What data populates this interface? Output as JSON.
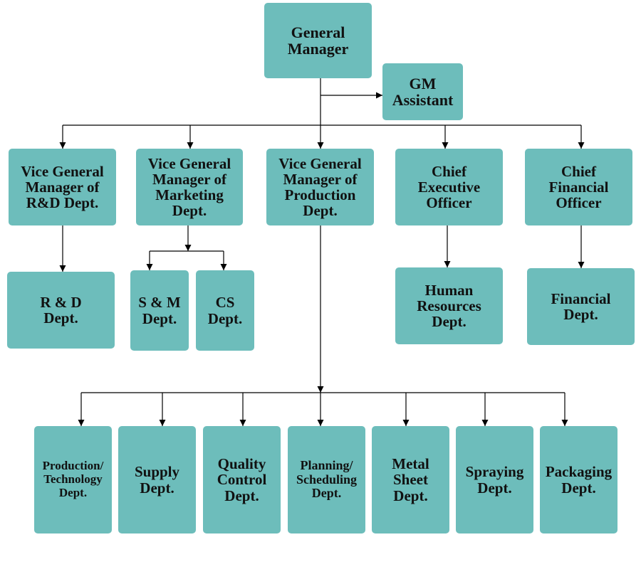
{
  "org": {
    "general_manager": "General\nManager",
    "gm_assistant": "GM\nAssistant",
    "vgm_rd": "Vice General\nManager of\nR&D Dept.",
    "vgm_marketing": "Vice General\nManager of\nMarketing\nDept.",
    "vgm_production": "Vice General\nManager of\nProduction\nDept.",
    "ceo": "Chief\nExecutive\nOfficer",
    "cfo": "Chief\nFinancial\nOfficer",
    "rd_dept": "R & D\nDept.",
    "sm_dept": "S & M\nDept.",
    "cs_dept": "CS\nDept.",
    "hr_dept": "Human\nResources\nDept.",
    "financial_dept": "Financial\nDept.",
    "production_technology_dept": "Production/\nTechnology\nDept.",
    "supply_dept": "Supply\nDept.",
    "quality_control_dept": "Quality\nControl\nDept.",
    "planning_scheduling_dept": "Planning/\nScheduling\nDept.",
    "metal_sheet_dept": "Metal\nSheet\nDept.",
    "spraying_dept": "Spraying\nDept.",
    "packaging_dept": "Packaging\nDept."
  },
  "colors": {
    "box_fill": "#6dbdbb",
    "connector": "#000000",
    "text": "#111111"
  }
}
